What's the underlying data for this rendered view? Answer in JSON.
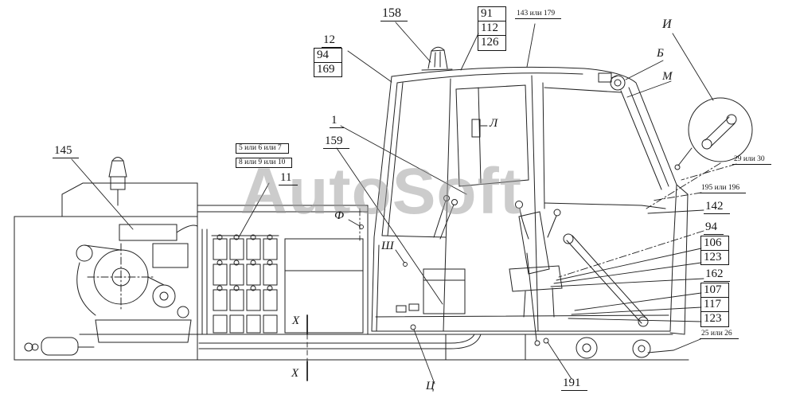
{
  "watermark": "AutoSoft",
  "callouts": {
    "n158": "158",
    "n91": "91",
    "n112": "112",
    "n126": "126",
    "n143_179": "143 или 179",
    "n12": "12",
    "n94_top": "94",
    "n169": "169",
    "letter_i": "И",
    "letter_b": "Б",
    "letter_m": "М",
    "letter_l": "Л",
    "n145": "145",
    "n1": "1",
    "n159": "159",
    "n5_6_7": "5 или 6 или 7",
    "n8_9_10": "8 или 9 или 10",
    "n11": "11",
    "letter_f": "Ф",
    "letter_sh": "Ш",
    "n29_30": "29 или 30",
    "n195_196": "195 или 196",
    "n142": "142",
    "n94_right": "94",
    "n106": "106",
    "n123_a": "123",
    "n162": "162",
    "n107": "107",
    "n117": "117",
    "n123_b": "123",
    "n25_26": "25 или 26",
    "n191": "191",
    "letter_ts": "Ц",
    "letter_x_top": "Х",
    "letter_x_bottom": "Х"
  }
}
